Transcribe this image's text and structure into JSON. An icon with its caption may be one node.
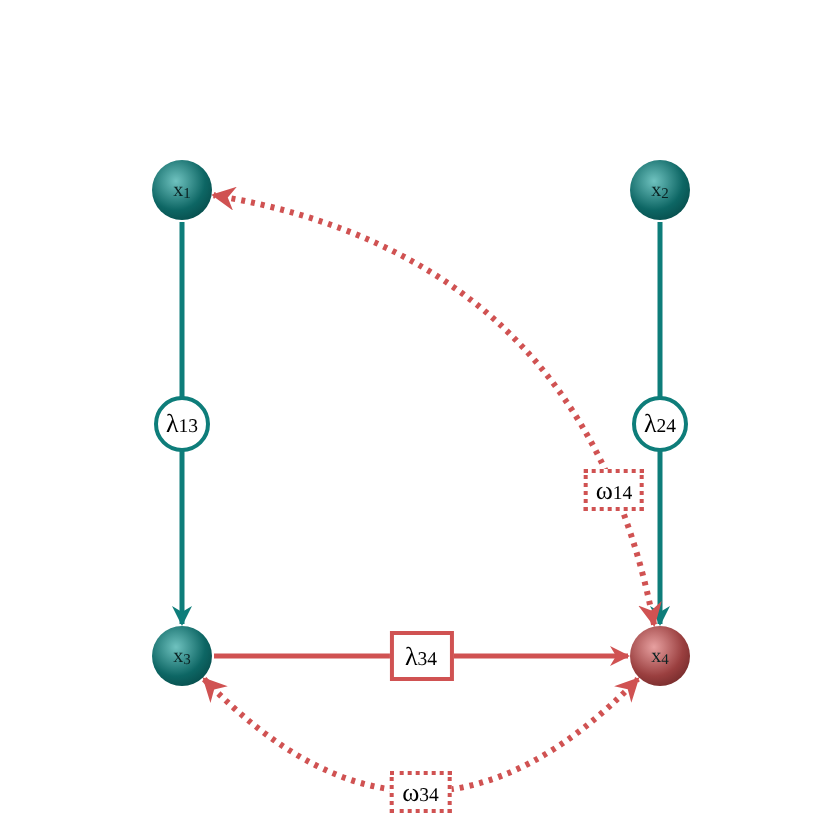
{
  "diagram": {
    "nodes": [
      {
        "text": [
          "x$_{1}$"
        ]
      },
      {
        "text": [
          "x$_{2}$"
        ]
      },
      {
        "text": [
          "x$_{3}$"
        ]
      },
      {
        "text": [
          "x$_{4}$"
        ]
      }
    ],
    "edges": [
      {
        "from": 0,
        "to": 2,
        "arrow": "to",
        "label": "λ$_{13}$",
        "color": "#0e7d7a"
      },
      {
        "from": 1,
        "to": 3,
        "arrow": "to",
        "label": "λ$_{24}$",
        "color": "#0e7d7a"
      },
      {
        "from": 2,
        "to": 3,
        "arrow": "to",
        "label": "λ$_{34}$"
      },
      {
        "from": 3,
        "to": 0,
        "arrow": "both",
        "label": "ω$_{14}$",
        "style": "dashed"
      },
      {
        "from": 2,
        "to": 3,
        "arrow": "both",
        "label": "ω$_{34}$",
        "style": "dashed"
      }
    ]
  }
}
